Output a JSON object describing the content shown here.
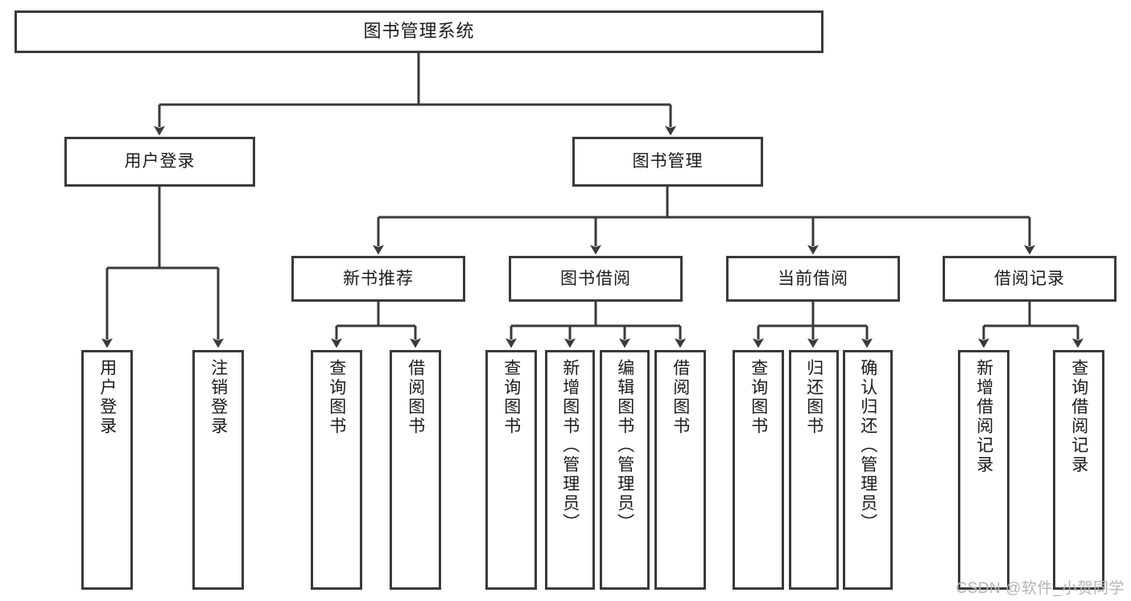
{
  "diagram": {
    "title": "图书管理系统",
    "watermark": "CSDN @软件_小贺同学",
    "root": {
      "label": "图书管理系统"
    },
    "level2": [
      {
        "label": "用户登录"
      },
      {
        "label": "图书管理"
      }
    ],
    "level3": [
      {
        "label": "新书推荐"
      },
      {
        "label": "图书借阅"
      },
      {
        "label": "当前借阅"
      },
      {
        "label": "借阅记录"
      }
    ],
    "leaves": {
      "user_login": [
        {
          "label": "用户登录"
        },
        {
          "label": "注销登录"
        }
      ],
      "new_book": [
        {
          "label": "查询图书"
        },
        {
          "label": "借阅图书"
        }
      ],
      "book_borrow": [
        {
          "label": "查询图书"
        },
        {
          "label": "新增图书（管理员）"
        },
        {
          "label": "编辑图书（管理员）"
        },
        {
          "label": "借阅图书"
        }
      ],
      "current_borrow": [
        {
          "label": "查询图书"
        },
        {
          "label": "归还图书"
        },
        {
          "label": "确认归还（管理员）"
        }
      ],
      "borrow_record": [
        {
          "label": "新增借阅记录"
        },
        {
          "label": "查询借阅记录"
        }
      ]
    }
  },
  "colors": {
    "stroke": "#3a3a3a",
    "background": "#ffffff",
    "text": "#1b1b1b",
    "watermark": "#b4b4b4"
  }
}
